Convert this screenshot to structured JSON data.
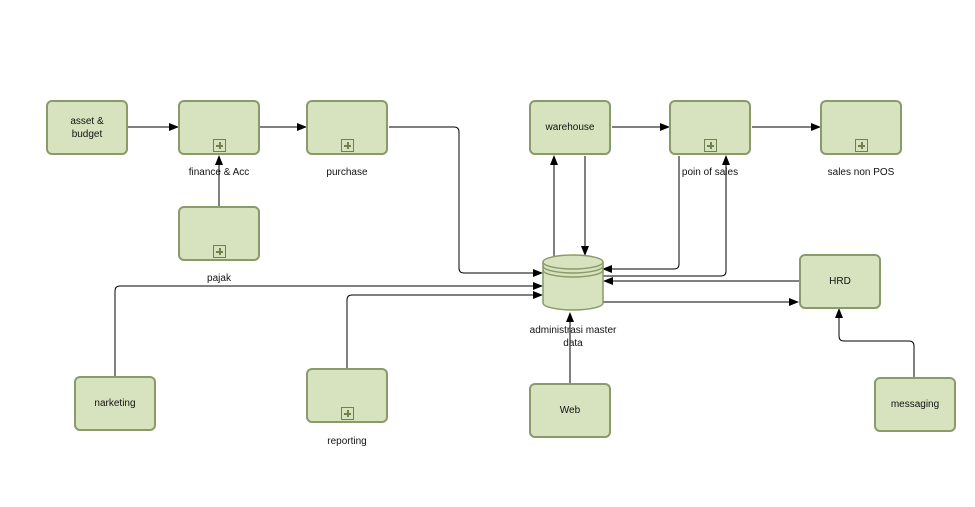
{
  "diagram": {
    "nodes": {
      "asset_budget": {
        "text": "asset &\nbudget"
      },
      "finance_acc": {
        "text": "",
        "label": "finance & Acc"
      },
      "purchase": {
        "text": "",
        "label": "purchase"
      },
      "pajak": {
        "text": "",
        "label": "pajak"
      },
      "warehouse": {
        "text": "warehouse"
      },
      "poin_of_sales": {
        "text": "",
        "label": "poin of sales"
      },
      "sales_non_pos": {
        "text": "",
        "label": "sales non POS"
      },
      "hrd": {
        "text": "HRD"
      },
      "marketing": {
        "text": "narketing"
      },
      "reporting": {
        "text": "",
        "label": "reporting"
      },
      "web": {
        "text": "Web"
      },
      "messaging": {
        "text": "messaging"
      },
      "database": {
        "label": "administrasi master\ndata"
      }
    },
    "colors": {
      "fill": "#d7e3bf",
      "border": "#8a9a6b",
      "edge": "#000000"
    }
  }
}
